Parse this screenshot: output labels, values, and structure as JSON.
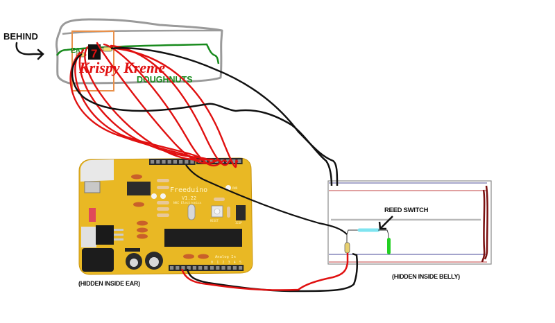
{
  "labels": {
    "behind": "BEHIND",
    "ear_caption": "(HIDDEN INSIDE EAR)",
    "belly_caption": "(HIDDEN INSIDE BELLY)",
    "reed_switch": "REED SWITCH"
  },
  "box": {
    "brand": "Krispy Kreme",
    "subtitle": "DOUGHNUTS",
    "eat_text": "EAT",
    "display_digit": "7"
  },
  "board": {
    "name": "Freeduino",
    "version": "V1.22",
    "maker": "NKC Electronics",
    "reset_label": "RESET",
    "pwr_label": "PWR",
    "icsp_label": "ICSP",
    "analog_label": "Analog In",
    "analog_pins": [
      "0",
      "1",
      "2",
      "3",
      "4",
      "5"
    ]
  },
  "colors": {
    "wire_red": "#e01010",
    "wire_black": "#111111",
    "box_outline": "#9a9a9a",
    "box_green": "#178a1c",
    "orange_frame": "#e8904a",
    "pcb_yellow": "#e9b824",
    "breadboard_border": "#8a8a8a",
    "rail_blue": "#4a4a9a",
    "rail_red": "#c04040",
    "jumper_maroon": "#7a1010",
    "reed_cyan": "#7fe4f0",
    "led_green": "#22d022",
    "resistor_tan": "#e8d070"
  }
}
